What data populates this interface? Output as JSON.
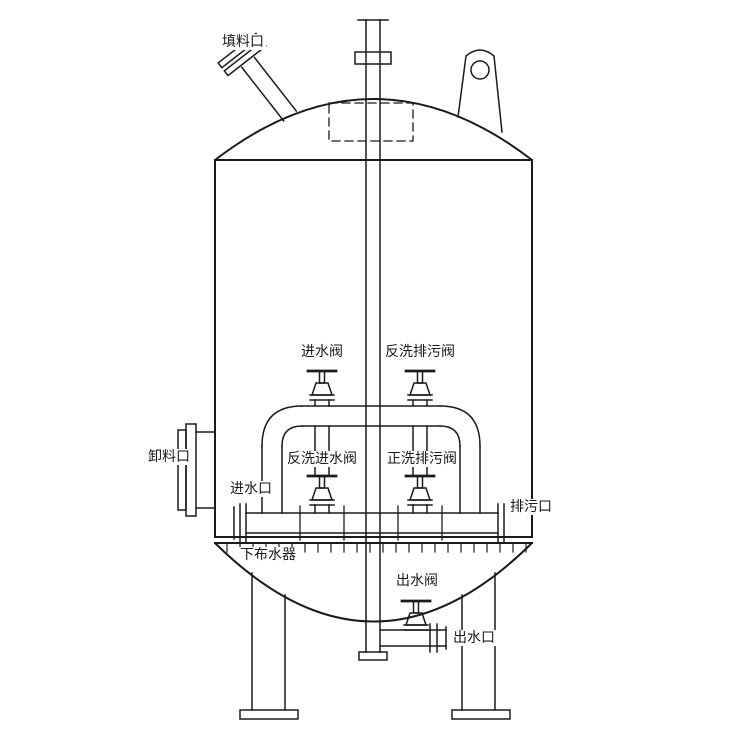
{
  "diagram": {
    "background": "#ffffff",
    "line_color": "#1b1b1b",
    "labels": {
      "filling_port": "填料口",
      "inlet_valve": "进水阀",
      "backwash_drain_valve": "反洗排污阀",
      "discharge_port": "卸料口",
      "backwash_inlet_valve": "反洗进水阀",
      "forward_flush_drain_valve": "正洗排污阀",
      "inlet_port": "进水口",
      "drain_port": "排污口",
      "lower_water_distributor": "下布水器",
      "outlet_valve": "出水阀",
      "outlet_port": "出水口"
    }
  }
}
